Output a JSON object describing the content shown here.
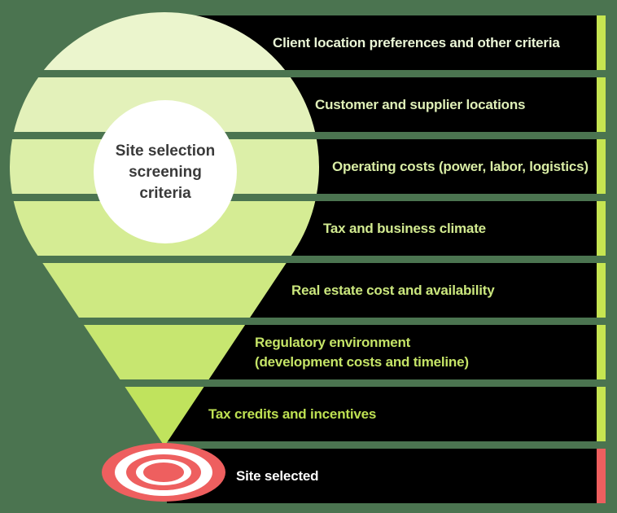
{
  "colors": {
    "background": "#4b7450",
    "bar_background": "#000000",
    "accent_green": "#c6e551",
    "accent_red": "#ee5f5f",
    "white": "#ffffff"
  },
  "pin": {
    "center_label": "Site selection\nscreening\ncriteria",
    "label_color": "#3a3a3a",
    "band_colors": [
      "#ebf5cd",
      "#e3f1ba",
      "#dcefa8",
      "#d5ec94",
      "#cee982",
      "#c7e670",
      "#c0e35d"
    ]
  },
  "rows": [
    {
      "label": "Client location preferences and other criteria",
      "label_color": "#eaf5d6",
      "tab_color": "#c6e551"
    },
    {
      "label": "Customer and supplier locations",
      "label_color": "#e0f0b8",
      "tab_color": "#c6e551"
    },
    {
      "label": "Operating costs (power, labor, logistics)",
      "label_color": "#d9eda5",
      "tab_color": "#c6e551"
    },
    {
      "label": "Tax and business climate",
      "label_color": "#d2ea90",
      "tab_color": "#c6e551"
    },
    {
      "label": "Real estate cost and availability",
      "label_color": "#cbe77d",
      "tab_color": "#c6e551"
    },
    {
      "label": "Regulatory environment\n(development costs and timeline)",
      "label_color": "#c5e467",
      "tab_color": "#c6e551"
    },
    {
      "label": "Tax credits and incentives",
      "label_color": "#bee152",
      "tab_color": "#c6e551"
    },
    {
      "label": "Site selected",
      "label_color": "#ffffff",
      "tab_color": "#ee5f5f"
    }
  ],
  "bullseye": {
    "target_color": "#ee5f5f",
    "ring_color": "#ffffff"
  }
}
